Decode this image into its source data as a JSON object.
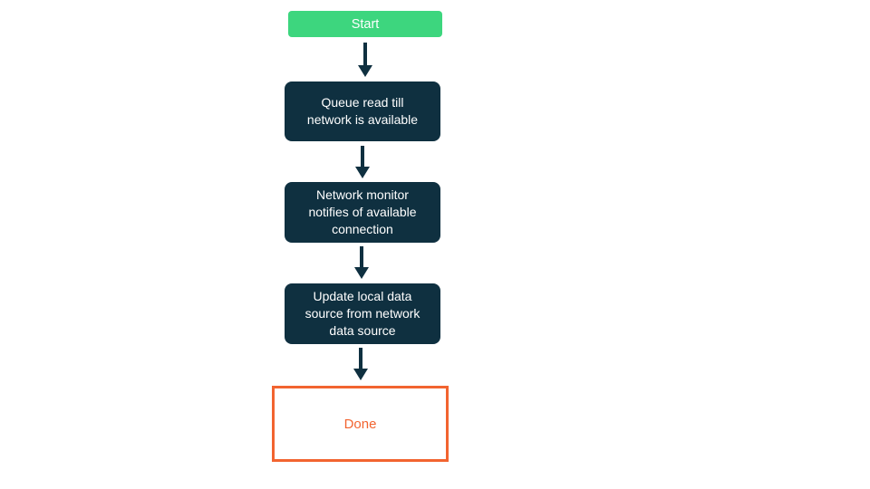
{
  "canvas": {
    "background": "#ffffff"
  },
  "colors": {
    "start_fill": "#3DD67E",
    "process_fill": "#0F3040",
    "node_text": "#ffffff",
    "end_border": "#F26430",
    "end_text": "#F26430",
    "end_fill": "#ffffff",
    "arrow": "#0F3040"
  },
  "flowchart": {
    "nodes": [
      {
        "id": "start",
        "type": "start",
        "label": "Start"
      },
      {
        "id": "queue-read",
        "type": "process",
        "label": "Queue read till\nnetwork is available"
      },
      {
        "id": "network-monitor",
        "type": "process",
        "label": "Network monitor\nnotifies of available\nconnection"
      },
      {
        "id": "update-local",
        "type": "process",
        "label": "Update local data\nsource from network\ndata source"
      },
      {
        "id": "done",
        "type": "end",
        "label": "Done"
      }
    ],
    "edges": [
      {
        "from": "start",
        "to": "queue-read"
      },
      {
        "from": "queue-read",
        "to": "network-monitor"
      },
      {
        "from": "network-monitor",
        "to": "update-local"
      },
      {
        "from": "update-local",
        "to": "done"
      }
    ]
  }
}
